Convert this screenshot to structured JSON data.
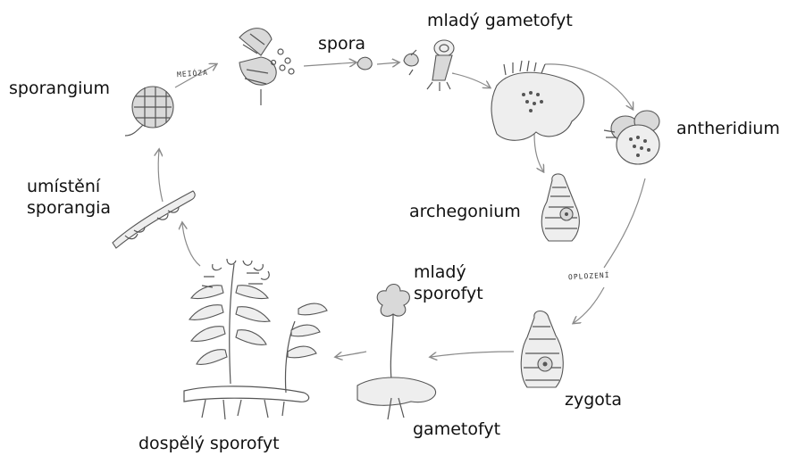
{
  "diagram": {
    "labels": {
      "sporangium": "sporangium",
      "spora": "spora",
      "mlady_gametofyt": "mladý gametofyt",
      "antheridium": "antheridium",
      "archegonium": "archegonium",
      "umisteni_line1": "umístění",
      "umisteni_line2": "sporangia",
      "mlady_sporofyt_line1": "mladý",
      "mlady_sporofyt_line2": "sporofyt",
      "zygota": "zygota",
      "gametofyt": "gametofyt",
      "dospely_sporofyt": "dospělý sporofyt"
    },
    "handwritten": {
      "meiosis": "MEIÓZA",
      "oplozeni": "OPLOZENÍ"
    },
    "icons": [
      "sporangium-icon",
      "open-sporangium-icon",
      "spore-icon",
      "germinating-spore-icon",
      "young-gametophyte-icon",
      "gametophyte-thallus-icon",
      "antheridium-icon",
      "archegonium-icon",
      "zygote-icon",
      "young-sporophyte-icon",
      "mature-fern-icon",
      "sori-leaf-icon"
    ],
    "colors": {
      "ink": "#555555",
      "arrow": "#8a8a8a",
      "tissue": "#d9d9d9"
    }
  }
}
